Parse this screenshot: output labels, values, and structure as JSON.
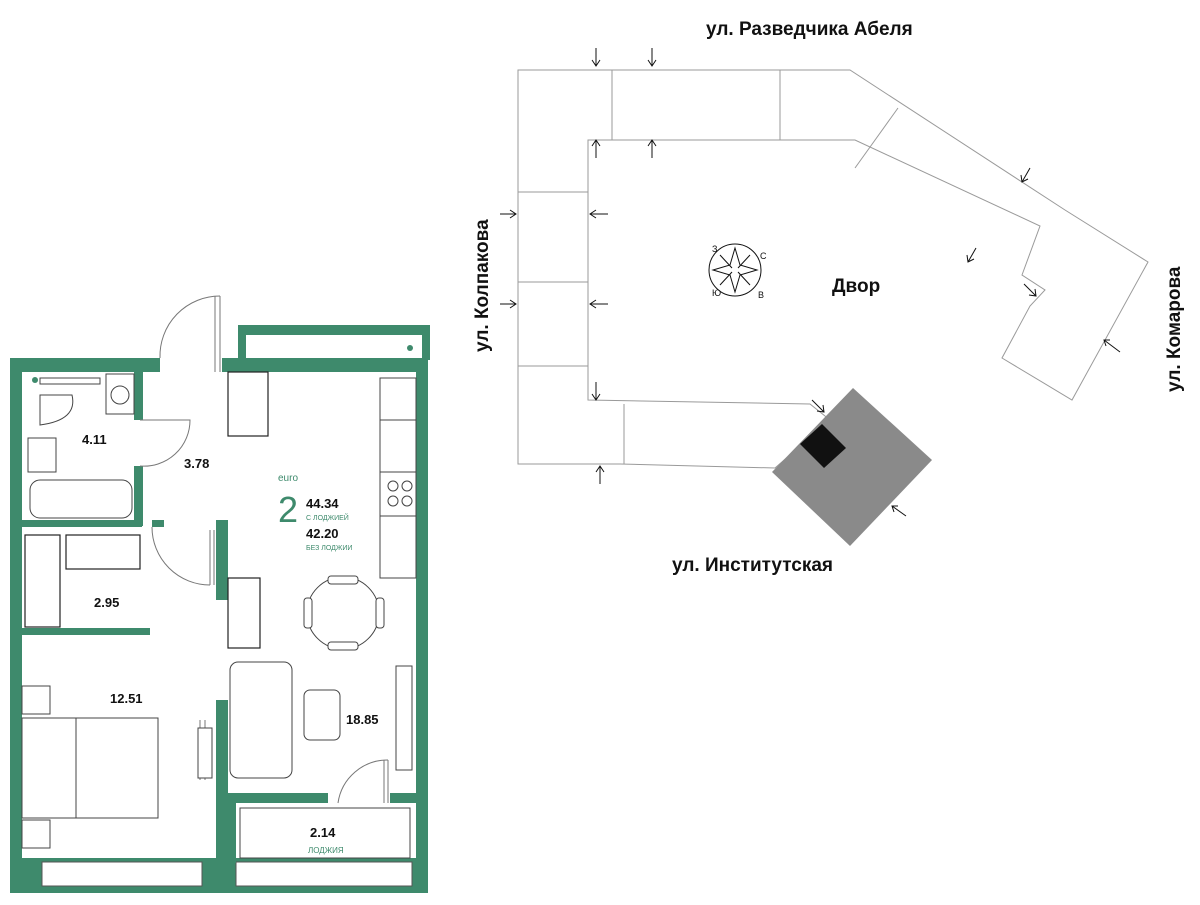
{
  "colors": {
    "wall": "#3e8a6c",
    "site_line": "#9a9a9a",
    "building": "#8a8a8a",
    "building_dark": "#111111"
  },
  "apartment": {
    "class_label": "euro",
    "rooms_count": "2",
    "area_with_loggia": "44.34",
    "area_with_loggia_label": "С ЛОДЖИЕЙ",
    "area_without_loggia": "42.20",
    "area_without_loggia_label": "БЕЗ ЛОДЖИИ",
    "rooms": [
      {
        "id": "bathroom",
        "area": "4.11"
      },
      {
        "id": "hallway",
        "area": "3.78"
      },
      {
        "id": "wardrobe",
        "area": "2.95"
      },
      {
        "id": "bedroom",
        "area": "12.51"
      },
      {
        "id": "kitchen-living",
        "area": "18.85"
      },
      {
        "id": "loggia",
        "area": "2.14",
        "label": "ЛОДЖИЯ"
      }
    ]
  },
  "site_plan": {
    "streets": {
      "north": "ул. Разведчика Абеля",
      "west": "ул. Колпакова",
      "east": "ул. Комарова",
      "south": "ул. Институтская"
    },
    "courtyard_label": "Двор",
    "compass": {
      "north": "С",
      "east": "В",
      "south": "Ю",
      "west": "З"
    }
  }
}
